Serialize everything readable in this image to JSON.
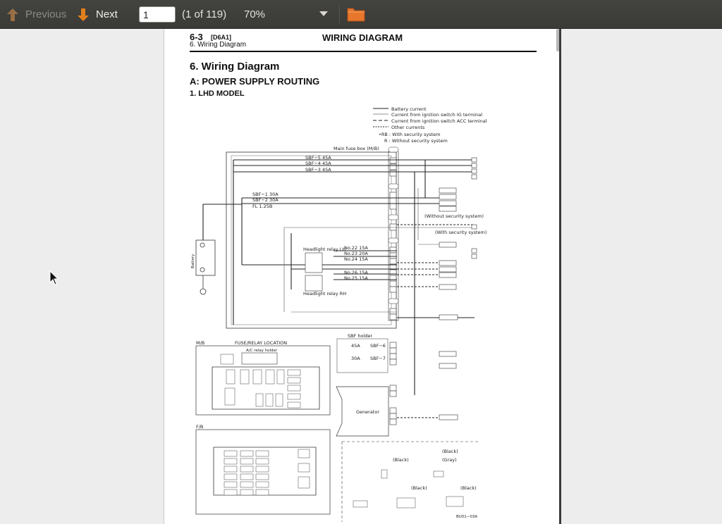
{
  "toolbar": {
    "previous_label": "Previous",
    "next_label": "Next",
    "page_value": "1",
    "page_count": "(1 of 119)",
    "zoom": "70%"
  },
  "document": {
    "header_number": "6-3",
    "header_code": "[D6A1]",
    "header_sub": "6. Wiring Diagram",
    "header_title": "WIRING DIAGRAM",
    "section_title": "6.  Wiring Diagram",
    "subsection_title": "A:  POWER SUPPLY ROUTING",
    "model_title": "1.  LHD MODEL"
  },
  "legend": {
    "battery": "Battery current",
    "ig": "Current from ignition switch IG terminal",
    "acc": "Current from ignition switch ACC terminal",
    "other": "Other currents",
    "rb": "•RB : With security system",
    "r": "R : Without security system"
  },
  "labels": {
    "main_fuse_box": "Main fuse box (M/B)",
    "sbf5": "SBF−5 45A",
    "sbf4": "SBF−4 45A",
    "sbf3": "SBF−3 45A",
    "sbf1": "SBF−1 30A",
    "sbf2": "SBF−2 30A",
    "fl": "FL 1.25B",
    "battery": "Battery",
    "headlight_lh": "Headlight relay LH",
    "headlight_rh": "Headlight relay RH",
    "no22": "No.22 15A",
    "no23": "No.23 20A",
    "no24": "No.24 15A",
    "no26": "No.26 15A",
    "no25": "No.25 15A",
    "without_sec": "(Without security system)",
    "with_sec": "(With security system)",
    "sbf_holder": "SBF holder",
    "sbf6": "SBF−6",
    "sbf7": "SBF−7",
    "a45": "45A",
    "a30": "30A",
    "generator": "Generator",
    "mb_location": "M/B",
    "fuse_relay_location": "FUSE/RELAY LOCATION",
    "ac_relay_holder": "A/C relay holder",
    "fb_location": "F/B",
    "black1": "(Black)",
    "black2": "(Black)",
    "black3": "(Black)",
    "black4": "(Black)",
    "gray": "(Gray)",
    "footer_code": "BU01−03A"
  },
  "colors": {
    "toolbar_bg": "#3c3c39",
    "arrow_orange": "#e0801c",
    "folder_orange": "#e8772c"
  },
  "icons": [
    "arrow-up-icon",
    "arrow-down-icon",
    "chevron-down-icon",
    "folder-icon",
    "mouse-cursor-icon"
  ]
}
